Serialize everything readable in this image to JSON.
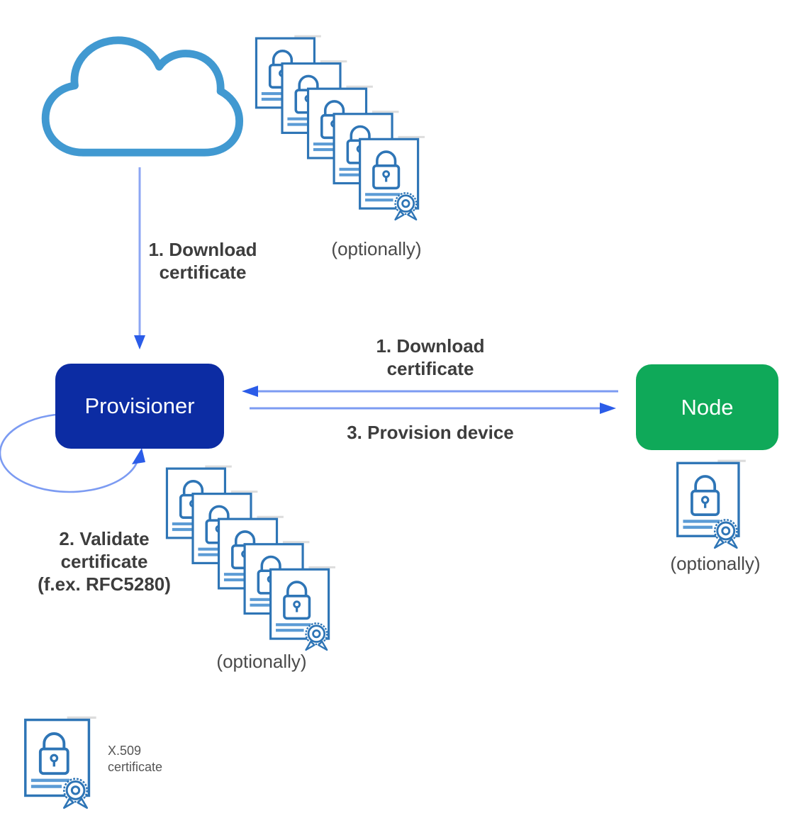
{
  "diagram": {
    "provisioner_label": "Provisioner",
    "node_label": "Node",
    "cloud_step": {
      "line1": "1. Download",
      "line2": "certificate"
    },
    "download_step": {
      "line1": "1. Download",
      "line2": "certificate"
    },
    "provision_step": "3. Provision device",
    "validate_step": {
      "line1": "2. Validate",
      "line2": "certificate",
      "line3": "(f.ex. RFC5280)"
    },
    "optional_top": "(optionally)",
    "optional_bottom": "(optionally)",
    "optional_node": "(optionally)",
    "legend": {
      "line1": "X.509",
      "line2": "certificate"
    }
  },
  "colors": {
    "provisioner-bg": "#0C2CA3",
    "node-bg": "#0FA959",
    "arrow-line": "#7C9BF2",
    "arrow-line-light": "#8CA6F3",
    "arrow-head": "#2B5CE8",
    "cloud-stroke": "#4199D1",
    "cert-stroke": "#2E75B6",
    "cert-line": "#5B9BD5",
    "label-text": "#3D3D3D",
    "optional-text": "#4A4A4A"
  }
}
